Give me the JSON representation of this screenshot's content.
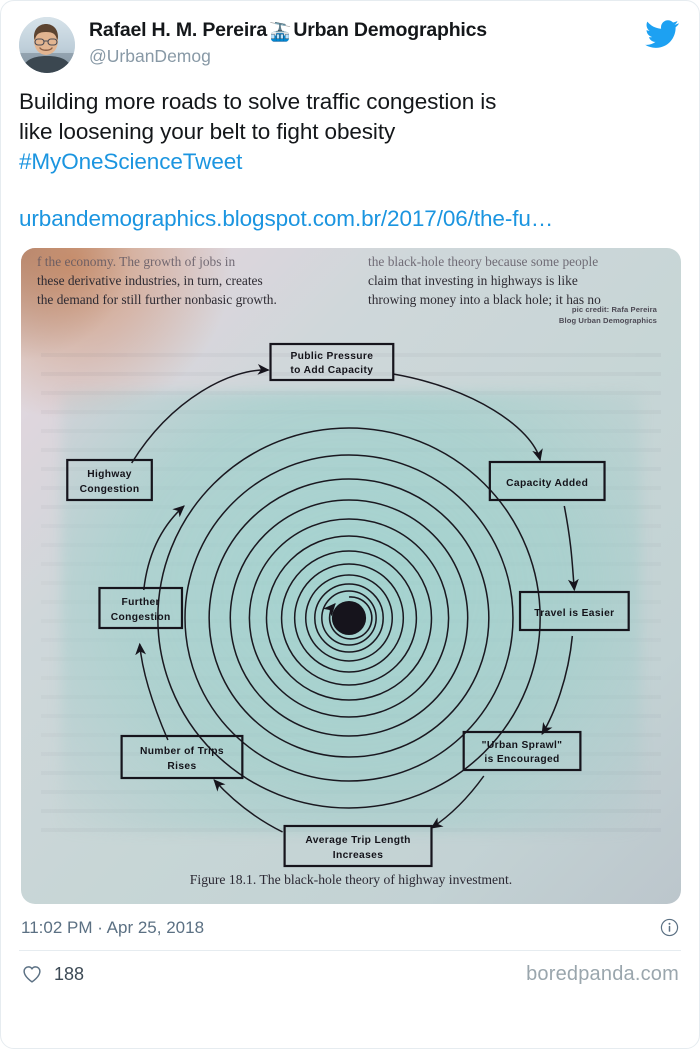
{
  "tweet": {
    "display_name": "Rafael H. M. Pereira",
    "name_emoji": "🚠",
    "display_name_suffix": "Urban Demographics",
    "handle": "@UrbanDemog",
    "bird_icon": "twitter-bird-icon",
    "text_line_1": "Building more roads to solve traffic congestion is",
    "text_line_2": "like loosening your belt to fight obesity",
    "hashtag": "#MyOneScienceTweet",
    "link": "urbandemographics.blogspot.com.br/2017/06/the-fu…",
    "timestamp": "11:02 PM · Apr 25, 2018",
    "info_icon": "info-circle-icon",
    "heart_icon": "heart-outline-icon",
    "like_count": "188",
    "watermark": "boredpanda.com"
  },
  "media": {
    "alt": "photo of a book page showing Figure 18.1",
    "book_text_left_line_1": "f the economy. The growth of jobs in",
    "book_text_left_line_2": "these derivative industries, in turn, creates",
    "book_text_left_line_3": "the demand for still further nonbasic growth.",
    "book_text_right_line_1": "the black-hole theory because some people",
    "book_text_right_line_2": "claim that investing in highways is like",
    "book_text_right_line_3": "throwing money into a black hole; it has no",
    "pic_credit_line_1": "pic credit: Rafa Pereira",
    "pic_credit_line_2": "Blog Urban Demographics",
    "figure_caption": "Figure 18.1.  The black-hole theory of highway investment."
  },
  "diagram": {
    "title": "The black-hole theory of highway investment",
    "nodes": [
      {
        "id": "public-pressure",
        "line1": "Public Pressure",
        "line2": "to Add Capacity"
      },
      {
        "id": "capacity-added",
        "line1": "Capacity Added",
        "line2": ""
      },
      {
        "id": "travel-easier",
        "line1": "Travel is Easier",
        "line2": ""
      },
      {
        "id": "urban-sprawl",
        "line1": "\"Urban Sprawl\"",
        "line2": "is Encouraged"
      },
      {
        "id": "average-trip-length",
        "line1": "Average Trip Length",
        "line2": "Increases"
      },
      {
        "id": "number-of-trips",
        "line1": "Number of Trips",
        "line2": "Rises"
      },
      {
        "id": "further-congestion",
        "line1": "Further",
        "line2": "Congestion"
      },
      {
        "id": "highway-congestion",
        "line1": "Highway",
        "line2": "Congestion"
      }
    ]
  },
  "colors": {
    "twitter_blue": "#1b95e0",
    "text_dark": "#14171a",
    "muted": "#8899a6",
    "border": "#e6ecf0"
  }
}
